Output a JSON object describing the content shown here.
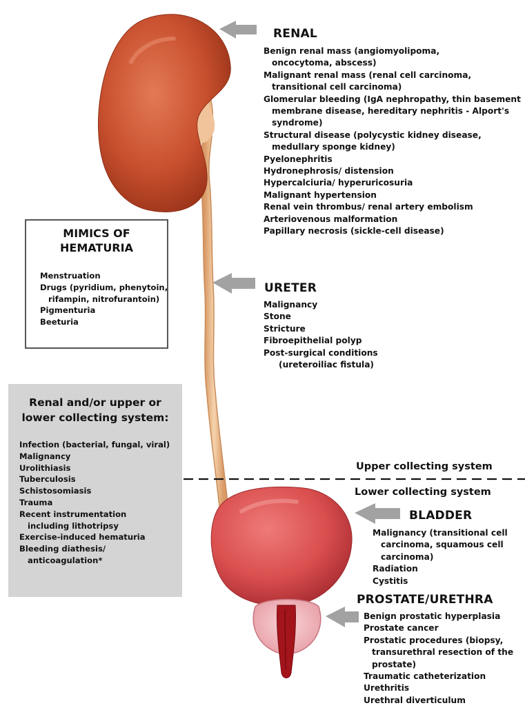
{
  "renal": {
    "heading": "RENAL",
    "items": [
      "Benign renal mass (angiomyolipoma, oncocytoma, abscess)",
      "Malignant renal mass (renal cell carcinoma, transitional cell carcinoma)",
      "Glomerular bleeding (IgA nephropathy, thin basement membrane disease, hereditary nephritis - Alport's syndrome)",
      "Structural disease (polycystic kidney disease, medullary sponge kidney)",
      "Pyelonephritis",
      "Hydronephrosis/ distension",
      "Hypercalciuria/ hyperuricosuria",
      "Malignant hypertension",
      "Renal vein thrombus/ renal artery embolism",
      "Arteriovenous malformation",
      "Papillary necrosis (sickle-cell disease)"
    ]
  },
  "mimics": {
    "title_line1": "MIMICS OF",
    "title_line2": "HEMATURIA",
    "items": [
      "Menstruation",
      "Drugs (pyridium, phenytoin, rifampin, nitrofurantoin)",
      "Pigmenturia",
      "Beeturia"
    ]
  },
  "ureter": {
    "heading": "URETER",
    "items": [
      "Malignancy",
      "Stone",
      "Stricture",
      "Fibroepithelial polyp",
      "Post-surgical conditions (ureteroiliac fistula)"
    ]
  },
  "collecting": {
    "title_line1": "Renal and/or upper or",
    "title_line2": "lower collecting system:",
    "items": [
      "Infection (bacterial, fungal, viral)",
      "Malignancy",
      "Urolithiasis",
      "Tuberculosis",
      "Schistosomiasis",
      "Trauma",
      "Recent instrumentation including lithotripsy",
      "Exercise-induced hematuria",
      "Bleeding diathesis/ anticoagulation*"
    ]
  },
  "divider": {
    "upper_label": "Upper collecting system",
    "lower_label": "Lower collecting system"
  },
  "bladder": {
    "heading": "BLADDER",
    "items": [
      "Malignancy (transitional cell carcinoma, squamous cell carcinoma)",
      "Radiation",
      "Cystitis"
    ]
  },
  "prostate": {
    "heading": "PROSTATE/URETHRA",
    "items": [
      "Benign prostatic hyperplasia",
      "Prostate cancer",
      "Prostatic procedures (biopsy, transurethral resection of the prostate)",
      "Traumatic catheterization",
      "Urethritis",
      "Urethral diverticulum"
    ]
  },
  "colors": {
    "kidney": "#c8502f",
    "ureter": "#f3c9a0",
    "bladder": "#d94e4e",
    "prostate": "#f2b8bd",
    "urethra": "#a3141b",
    "arrow": "#9e9e9e",
    "gray_box": "#d4d4d4"
  },
  "icons": {
    "kidney": "kidney-illustration",
    "ureter": "ureter-illustration",
    "bladder": "bladder-illustration",
    "prostate": "prostate-illustration",
    "arrow": "left-arrow-icon"
  }
}
